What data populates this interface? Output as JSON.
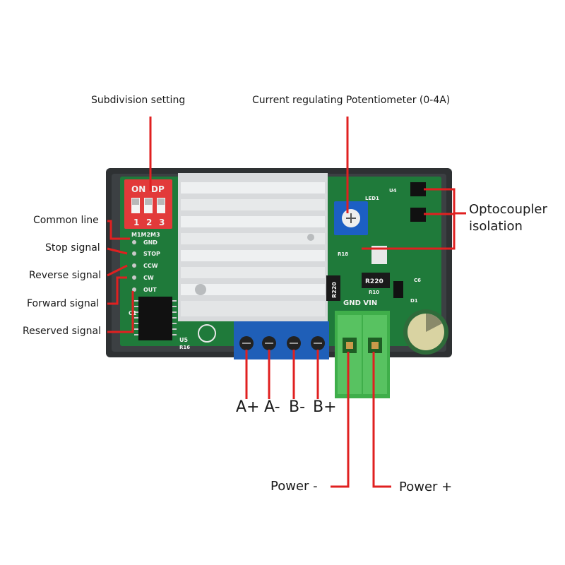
{
  "callouts": {
    "subdivision": "Subdivision setting",
    "potentiometer": "Current regulating Potentiometer (0-4A)",
    "optocoupler_line1": "Optocoupler",
    "optocoupler_line2": "isolation",
    "common": "Common line",
    "stop": "Stop signal",
    "reverse": "Reverse signal",
    "forward": "Forward signal",
    "reserved": "Reserved signal",
    "power_minus": "Power -",
    "power_plus": "Power +"
  },
  "motor_terminals": [
    "A+",
    "A-",
    "B-",
    "B+"
  ],
  "board_silkscreen": {
    "dip_on": "ON",
    "dip_dp": "DP",
    "dip_numbers": [
      "1",
      "2",
      "3"
    ],
    "dip_positions": "M1M2M3",
    "signal_pins": [
      "GND",
      "STOP",
      "CCW",
      "CW",
      "OUT"
    ],
    "power_header": "GND VIN",
    "resistor_r220": "R220",
    "resistor_r10": "R10",
    "resistor_r220_side": "R220",
    "cap_c1": "C1",
    "cap_c6": "C6",
    "diode_d1": "D1",
    "led": "LED1",
    "r18": "R18",
    "r16": "R16",
    "u5": "U5",
    "u4": "U4"
  },
  "colors": {
    "pcb": "#1f7a3a",
    "enclosure": "#2e3133",
    "callout_line": "#e02020",
    "terminal_blue": "#1f5fb8",
    "terminal_green": "#3fae4a",
    "dip_red": "#e23a3a",
    "heatsink": "#d8dadc"
  }
}
